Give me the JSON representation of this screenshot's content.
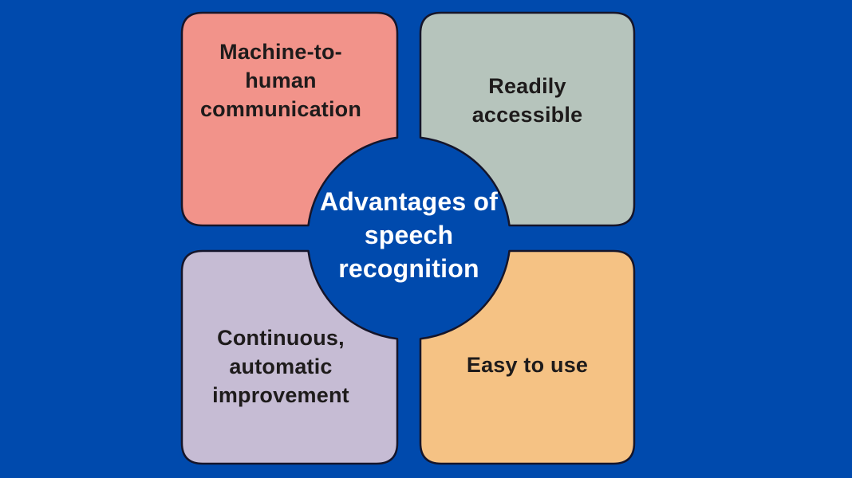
{
  "title": "Advantages of speech recognition",
  "center": {
    "label": "Advantages of\nspeech\nrecognition"
  },
  "cards": [
    {
      "id": "machine-to-human-communication",
      "position": "top-left",
      "label": "Machine-to-\nhuman\ncommunication",
      "color": "#F2938A"
    },
    {
      "id": "readily-accessible",
      "position": "top-right",
      "label": "Readily\naccessible",
      "color": "#B6C4BC"
    },
    {
      "id": "continuous-automatic-improvement",
      "position": "bottom-left",
      "label": "Continuous,\nautomatic\nimprovement",
      "color": "#C6BCD4"
    },
    {
      "id": "easy-to-use",
      "position": "bottom-right",
      "label": "Easy to use",
      "color": "#F5C284"
    }
  ],
  "colors": {
    "background": "#004AAD",
    "outline": "#15152A",
    "text_dark": "#1E1B1B",
    "text_light": "#FFFFFF"
  }
}
